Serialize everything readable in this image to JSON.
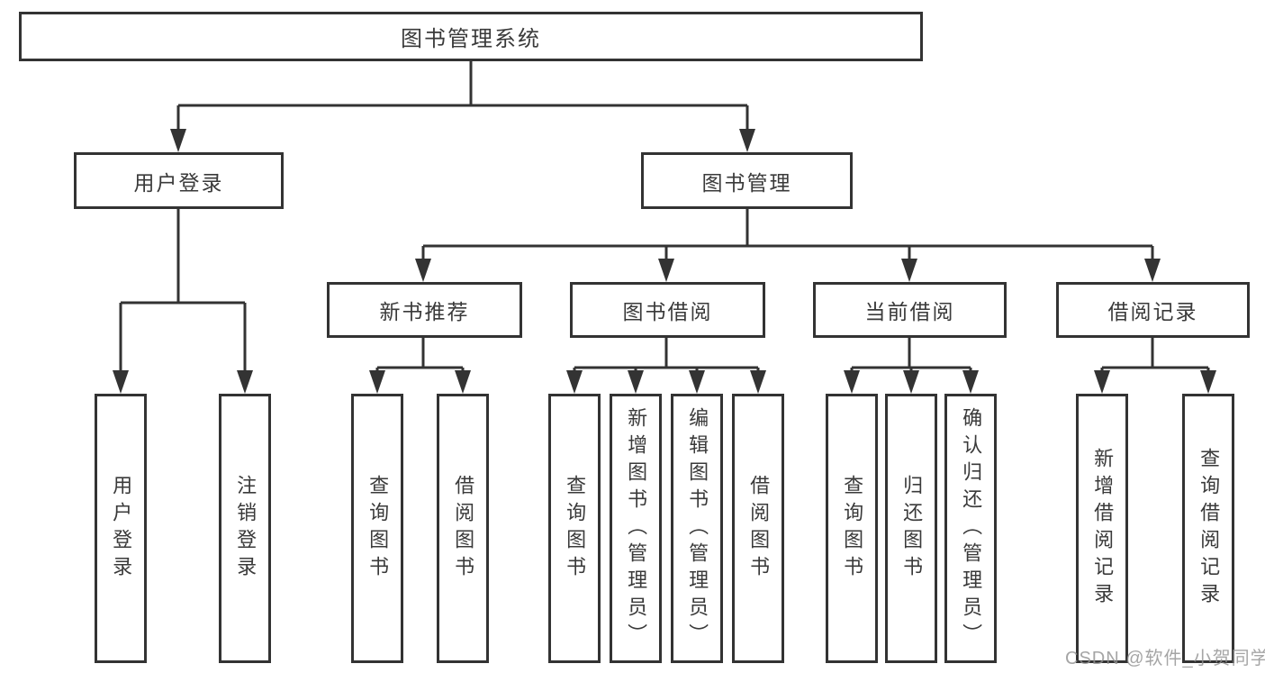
{
  "tree": {
    "label": "图书管理系统",
    "children": [
      {
        "label": "用户登录",
        "children": [
          {
            "label": "用户登录"
          },
          {
            "label": "注销登录"
          }
        ]
      },
      {
        "label": "图书管理",
        "children": [
          {
            "label": "新书推荐",
            "children": [
              {
                "label": "查询图书"
              },
              {
                "label": "借阅图书"
              }
            ]
          },
          {
            "label": "图书借阅",
            "children": [
              {
                "label": "查询图书"
              },
              {
                "label": "新增图书（管理员）"
              },
              {
                "label": "编辑图书（管理员）"
              },
              {
                "label": "借阅图书"
              }
            ]
          },
          {
            "label": "当前借阅",
            "children": [
              {
                "label": "查询图书"
              },
              {
                "label": "归还图书"
              },
              {
                "label": "确认归还（管理员）"
              }
            ]
          },
          {
            "label": "借阅记录",
            "children": [
              {
                "label": "新增借阅记录"
              },
              {
                "label": "查询借阅记录"
              }
            ]
          }
        ]
      }
    ]
  },
  "watermark": {
    "text": "CSDN @软件_小贺同学"
  },
  "colors": {
    "line": "#333333",
    "box_border": "#333333",
    "box_fill": "#ffffff",
    "text": "#3a3a3a",
    "watermark": "#919191"
  }
}
